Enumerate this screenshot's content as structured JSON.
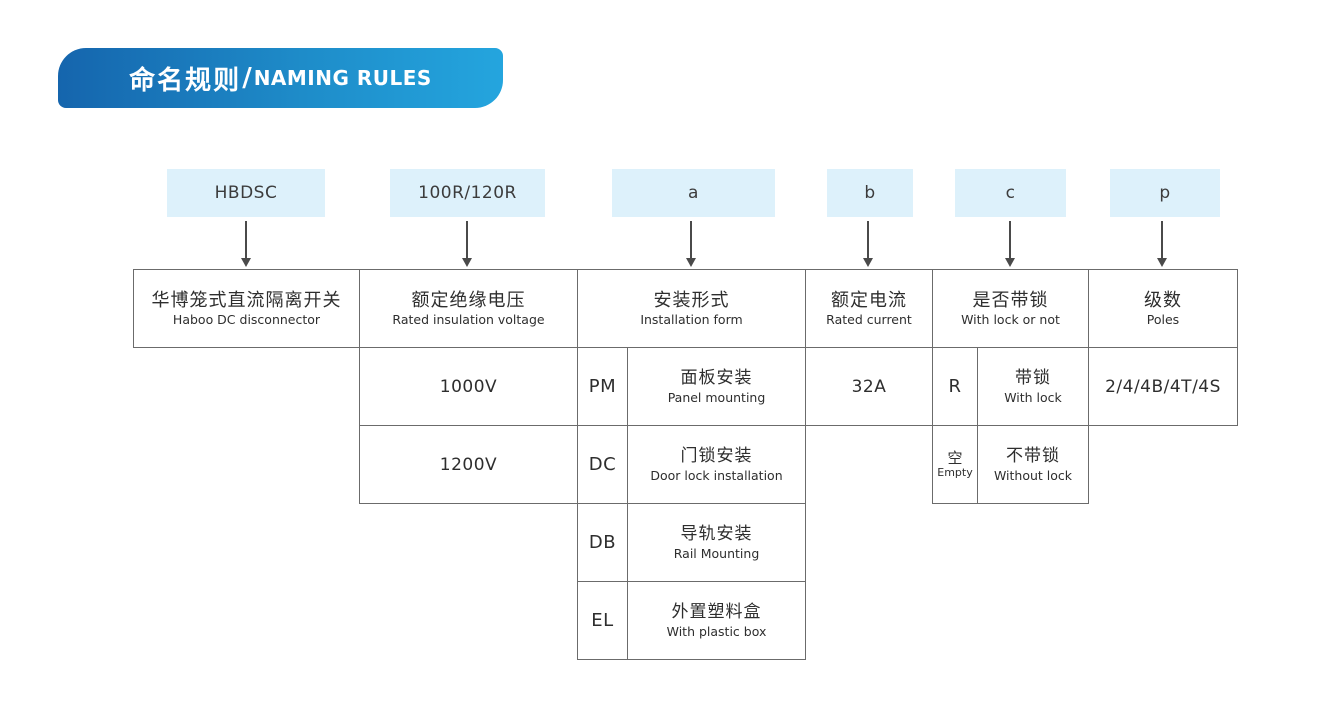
{
  "banner": {
    "title_cn": "命名规则",
    "separator": "/",
    "title_en": "NAMING RULES"
  },
  "code_boxes": {
    "brand": "HBDSC",
    "voltage": "100R/120R",
    "installation": "a",
    "current": "b",
    "lock": "c",
    "poles": "p"
  },
  "table": {
    "headers": {
      "brand": {
        "cn": "华博笼式直流隔离开关",
        "en": "Haboo DC disconnector"
      },
      "voltage": {
        "cn": "额定绝缘电压",
        "en": "Rated insulation voltage"
      },
      "installation": {
        "cn": "安装形式",
        "en": "Installation form"
      },
      "current": {
        "cn": "额定电流",
        "en": "Rated current"
      },
      "lock": {
        "cn": "是否带锁",
        "en": "With lock or not"
      },
      "poles": {
        "cn": "级数",
        "en": "Poles"
      }
    },
    "voltage_options": [
      "1000V",
      "1200V"
    ],
    "installation_options": [
      {
        "code": "PM",
        "cn": "面板安装",
        "en": "Panel mounting"
      },
      {
        "code": "DC",
        "cn": "门锁安装",
        "en": "Door lock installation"
      },
      {
        "code": "DB",
        "cn": "导轨安装",
        "en": "Rail Mounting"
      },
      {
        "code": "EL",
        "cn": "外置塑料盒",
        "en": "With plastic box"
      }
    ],
    "current_options": [
      "32A"
    ],
    "lock_options": [
      {
        "code_cn": "R",
        "code_en": "",
        "cn": "带锁",
        "en": "With lock"
      },
      {
        "code_cn": "空",
        "code_en": "Empty",
        "cn": "不带锁",
        "en": "Without lock"
      }
    ],
    "poles_options": [
      "2/4/4B/4T/4S"
    ]
  },
  "colors": {
    "banner_gradient_start": "#1565ad",
    "banner_gradient_end": "#24a5de",
    "banner_corner_accent": "#17396d",
    "code_box_bg": "#ddf1fb",
    "table_border": "#6b6b6b",
    "text": "#2e2e2e",
    "arrow": "#4a4a4a"
  }
}
